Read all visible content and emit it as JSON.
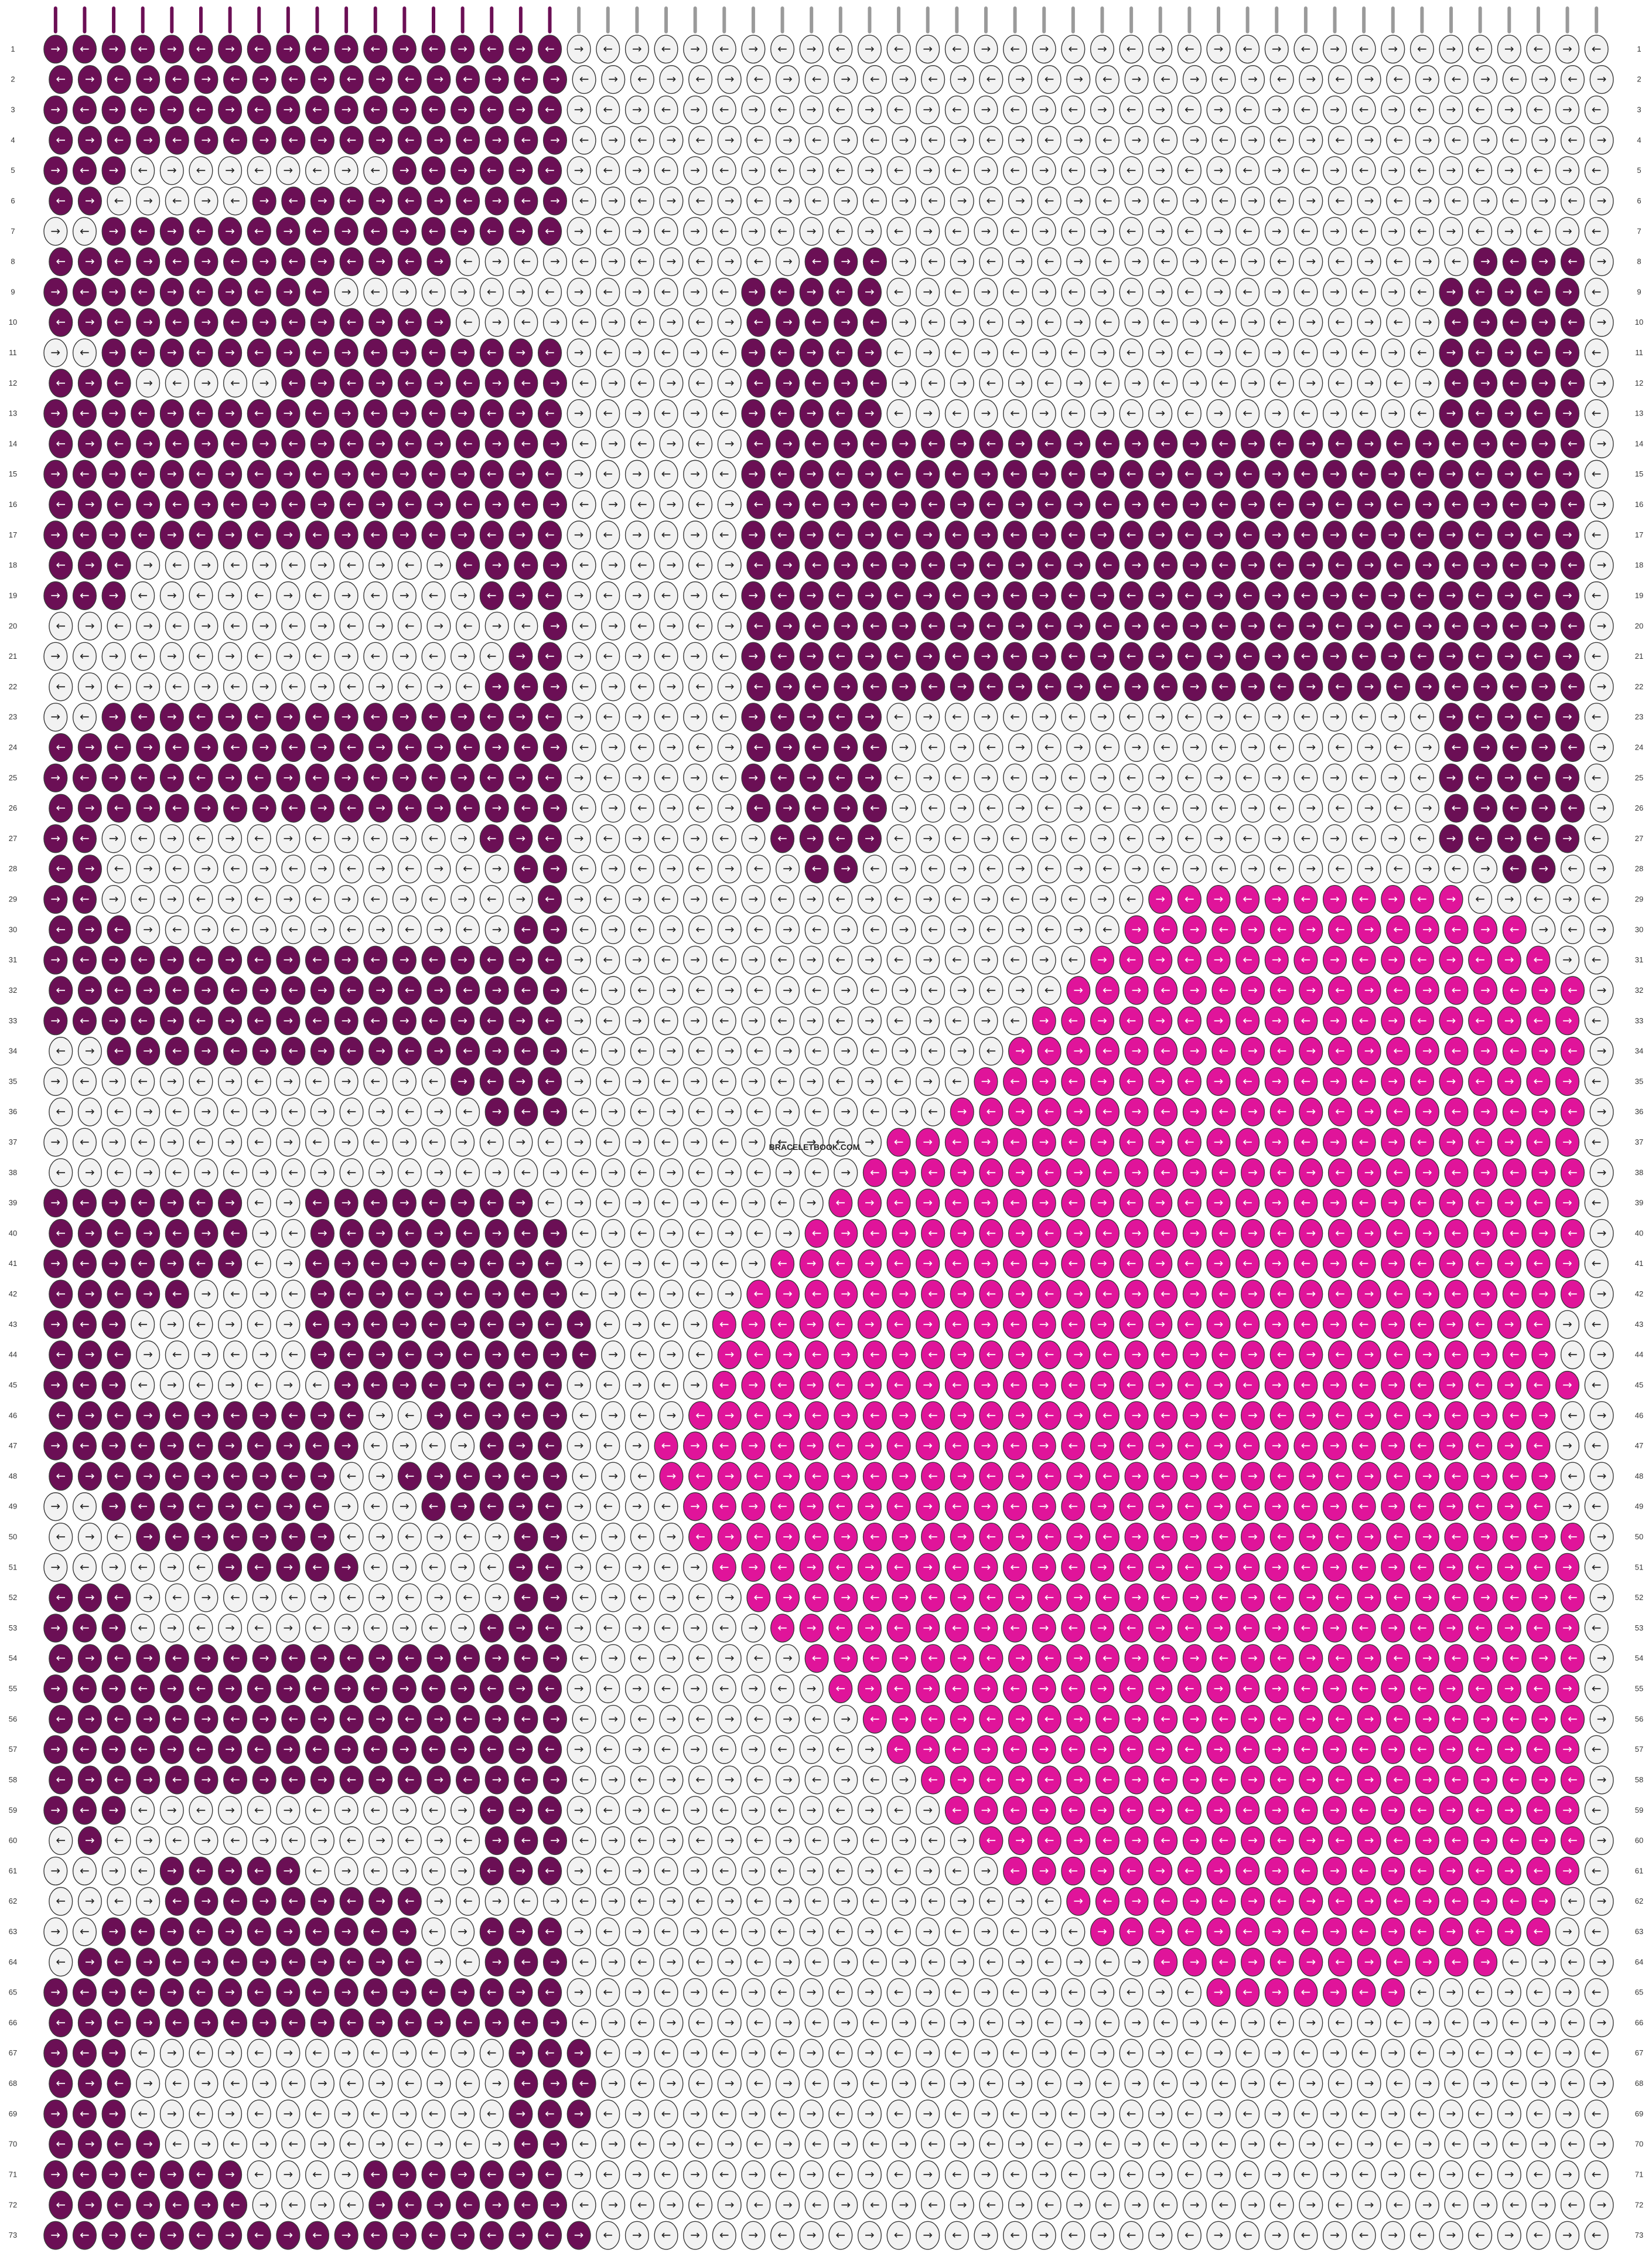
{
  "watermark": "BRACELETBOOK.COM",
  "colors": {
    "background": "#ffffff",
    "thread_white": "#f2f2f2",
    "thread_plum": "#6b0f55",
    "thread_pink": "#e0149a",
    "knot_outline": "#3a3a3a",
    "arrow_on_light": "#222222",
    "arrow_on_dark": "#ffffff"
  },
  "pattern": {
    "row_count": 73,
    "strings_count": 54,
    "knot_types": {
      "f": "forward-knot (→)",
      "b": "backward-knot (←)"
    },
    "row_labels": [
      1,
      2,
      3,
      4,
      5,
      6,
      7,
      8,
      9,
      10,
      11,
      12,
      13,
      14,
      15,
      16,
      17,
      18,
      19,
      20,
      21,
      22,
      23,
      24,
      25,
      26,
      27,
      28,
      29,
      30,
      31,
      32,
      33,
      34,
      35,
      36,
      37,
      38,
      39,
      40,
      41,
      42,
      43,
      44,
      45,
      46,
      47,
      48,
      49,
      50,
      51,
      52,
      53,
      54,
      55,
      56,
      57,
      58,
      59,
      60,
      61,
      62,
      63,
      64,
      65,
      66,
      67,
      68,
      69,
      70,
      71,
      72,
      73
    ],
    "rows": [
      "PPPPPPPPPPPPPPPPPPWWWWWWWWWWWWWWWWWWWWWWWWWWWWWWWWWWWW",
      "PPPPPPPPPPPPPPPPPPWWWWWWWWWWWWWWWWWWWWWWWWWWWWWWWWWWWW",
      "PPPPPPPPPPPPPPPPPPWWWWWWWWWWWWWWWWWWWWWWWWWWWWWWWWWWWW",
      "PPPPPPPPPPPPPPPPPPWWWWWWWWWWWWWWWWWWWWWWWWWWWWWWWWWWWW",
      "PPPWWWWWWWWWPPPPPPWWWWWWWWWWWWWWWWWWWWWWWWWWWWWWWWWWWW",
      "PPWWWWWPPPPPPPPPPPWWWWWWWWWWWWWWWWWWWWWWWWWWWWWWWWWWWW",
      "WWPPPPPPPPPPPPPPPPWWWWWWWWWWWWWWWWWWWWWWWWWWWWWWWWWWWW",
      "PPPPPPPPPPPPPPWWWWWWWWWWWWPPPWWWWWWWWWWWWWWWWWWWWPPPPW",
      "PPPPPPPPPPWWWWWWWWWWWWWWPPPPPWWWWWWWWWWWWWWWWWWWPPPPPW",
      "PPPPPPPPPPPPPPWWWWWWWWWWPPPPPWWWWWWWWWWWWWWWWWWWPPPPPW",
      "WWPPPPPPPPPPPPPPPPWWWWWWPPPPPWWWWWWWWWWWWWWWWWWWPPPPPW",
      "PPPWWWWWPPPPPPPPPPWWWWWWPPPPPWWWWWWWWWWWWWWWWWWWPPPPPW",
      "PPPPPPPPPPPPPPPPPPWWWWWWPPPPPWWWWWWWWWWWWWWWWWWWPPPPPW",
      "PPPPPPPPPPPPPPPPPPWWWWWWPPPPPPPPPPPPPPPPPPPPPPPPPPPPPW",
      "PPPPPPPPPPPPPPPPPPWWWWWWPPPPPPPPPPPPPPPPPPPPPPPPPPPPPW",
      "PPPPPPPPPPPPPPPPPPWWWWWWPPPPPPPPPPPPPPPPPPPPPPPPPPPPPW",
      "PPPPPPPPPPPPPPPPPPWWWWWWPPPPPPPPPPPPPPPPPPPPPPPPPPPPPW",
      "PPPWWWWWWWWWWWPPPPWWWWWWPPPPPPPPPPPPPPPPPPPPPPPPPPPPPW",
      "PPPWWWWWWWWWWWWPPPWWWWWWPPPPPPPPPPPPPPPPPPPPPPPPPPPPPW",
      "WWWWWWWWWWWWWWWWWPWWWWWWPPPPPPPPPPPPPPPPPPPPPPPPPPPPPW",
      "WWWWWWWWWWWWWWWWPPWWWWWWPPPPPPPPPPPPPPPPPPPPPPPPPPPPPW",
      "WWWWWWWWWWWWWWWPPPWWWWWWPPPPPPPPPPPPPPPPPPPPPPPPPPPPPW",
      "WWPPPPPPPPPPPPPPPPWWWWWWPPPPPWWWWWWWWWWWWWWWWWWWPPPPPW",
      "PPPPPPPPPPPPPPPPPPWWWWWWPPPPPWWWWWWWWWWWWWWWWWWWPPPPPW",
      "PPPPPPPPPPPPPPPPPPWWWWWWPPPPPWWWWWWWWWWWWWWWWWWWPPPPPW",
      "PPPPPPPPPPPPPPPPPPWWWWWWPPPPPWWWWWWWWWWWWWWWWWWWPPPPPW",
      "PPWWWWWWWWWWWWWPPPWWWWWWWPPPPWWWWWWWWWWWWWWWWWWWPPPPPW",
      "PPWWWWWWWWWWWWWWPPWWWWWWWWPPWWWWWWWWWWWWWWWWWWWWWWPPWW",
      "PPWWWWWWWWWWWWWWWPWWWWWWWWWWWWWWWWWWWWKKKKKKKKKKKWWWWW",
      "PPPWWWWWWWWWWWWWPPWWWWWWWWWWWWWWWWWWWKKKKKKKKKKKKKKWWW",
      "PPPPPPPPPPPPPPPPPPWWWWWWWWWWWWWWWWWWKKKKKKKKKKKKKKKKWW",
      "PPPPPPPPPPPPPPPPPPWWWWWWWWWWWWWWWWWKKKKKKKKKKKKKKKKKKW",
      "PPPPPPPPPPPPPPPPPPWWWWWWWWWWWWWWWWKKKKKKKKKKKKKKKKKKKW",
      "WWPPPPPPPPPPPPPPPPWWWWWWWWWWWWWWWKKKKKKKKKKKKKKKKKKKKW",
      "WWWWWWWWWWWWWWPPPPWWWWWWWWWWWWWWKKKKKKKKKKKKKKKKKKKKKW",
      "WWWWWWWWWWWWWWWPPPWWWWWWWWWWWWWKKKKKKKKKKKKKKKKKKKKKKW",
      "WWWWWWWWWWWWWWWWWWWWWWWWWWWWWKKKKKKKKKKKKKKKKKKKKKKKKW",
      "WWWWWWWWWWWWWWWWWWWWWWWWWWWWKKKKKKKKKKKKKKKKKKKKKKKKKW",
      "PPPPPPPWWPPPPPPPPWWWWWWWWWWKKKKKKKKKKKKKKKKKKKKKKKKKKW",
      "PPPPPPPWWPPPPPPPPPWWWWWWWWKKKKKKKKKKKKKKKKKKKKKKKKKKKW",
      "PPPPPPPWWPPPPPPPPPWWWWWWWKKKKKKKKKKKKKKKKKKKKKKKKKKKKW",
      "PPPPPWWWWPPPPPPPPPWWWWWWKKKKKKKKKKKKKKKKKKKKKKKKKKKKKW",
      "PPPWWWWWWPPPPPPPPPPWWWWKKKKKKKKKKKKKKKKKKKKKKKKKKKKKWW",
      "PPPWWWWWWPPPPPPPPPPWWWWKKKKKKKKKKKKKKKKKKKKKKKKKKKKKWW",
      "PPPWWWWWWWPPPPPPPPWWWWWKKKKKKKKKKKKKKKKKKKKKKKKKKKKKKW",
      "PPPPPPPPPPPWWPPPPPWWWWKKKKKKKKKKKKKKKKKKKKKKKKKKKKKKWW",
      "PPPPPPPPPPPWWWWPPPWWWKKKKKKKKKKKKKKKKKKKKKKKKKKKKKKKWW",
      "PPPPPPPPPPWWPPPPPPWWWKKKKKKKKKKKKKKKKKKKKKKKKKKKKKKKWW",
      "WWPPPPPPPPWWWPPPPPWWWWKKKKKKKKKKKKKKKKKKKKKKKKKKKKKKWW",
      "WWWPPPPPPPWWWWWWPPWWWWKKKKKKKKKKKKKKKKKKKKKKKKKKKKKKKW",
      "WWWWWWPPPPPWWWWWPPWWWWWKKKKKKKKKKKKKKKKKKKKKKKKKKKKKKW",
      "PPPWWWWWWWWWWWWWPPWWWWWWKKKKKKKKKKKKKKKKKKKKKKKKKKKKKW",
      "PPPWWWWWWWWWWWWPPPWWWWWWWKKKKKKKKKKKKKKKKKKKKKKKKKKKKW",
      "PPPPPPPPPPPPPPPPPPWWWWWWWWKKKKKKKKKKKKKKKKKKKKKKKKKKKW",
      "PPPPPPPPPPPPPPPPPPWWWWWWWWWKKKKKKKKKKKKKKKKKKKKKKKKKKW",
      "PPPPPPPPPPPPPPPPPPWWWWWWWWWWKKKKKKKKKKKKKKKKKKKKKKKKKW",
      "PPPPPPPPPPPPPPPPPPWWWWWWWWWWWKKKKKKKKKKKKKKKKKKKKKKKKW",
      "PPPPPPPPPPPPPPPPPPWWWWWWWWWWWWKKKKKKKKKKKKKKKKKKKKKKKW",
      "PPPWWWWWWWWWWWWPPPWWWWWWWWWWWWWKKKKKKKKKKKKKKKKKKKKKKW",
      "WPWWWWWWWWWWWWWPPPWWWWWWWWWWWWWWKKKKKKKKKKKKKKKKKKKKKW",
      "WWWWPPPPPWWWWWWPPPWWWWWWWWWWWWWWWKKKKKKKKKKKKKKKKKKKKW",
      "WWWWPPPPPPPPPWWWWWWWWWWWWWWWWWWWWWWKKKKKKKKKKKKKKKKKWW",
      "WWPPPPPPPPPPPWWPPPWWWWWWWWWWWWWWWWWWKKKKKKKKKKKKKKKKWW",
      "WPPPPPPPPPPPPWWPPPWWWWWWWWWWWWWWWWWWWWKKKKKKKKKKKKWWWW",
      "PPPPPPPPPPPPPPPPPPWWWWWWWWWWWWWWWWWWWWWWKKKKKKKWWWWWWW",
      "PPPPPPPPPPPPPPPPPPWWWWWWWWWWWWWWWWWWWWWWWWWWWWWWWWWWWW",
      "PPPWWWWWWWWWWWWWPPPWWWWWWWWWWWWWWWWWWWWWWWWWWWWWWWWWWW",
      "PPPWWWWWWWWWWWWWPPPWWWWWWWWWWWWWWWWWWWWWWWWWWWWWWWWWWW",
      "PPPWWWWWWWWWWWWWPPPWWWWWWWWWWWWWWWWWWWWWWWWWWWWWWWWWWW",
      "PPPPWWWWWWWWWWWWPPWWWWWWWWWWWWWWWWWWWWWWWWWWWWWWWWWWWW",
      "PPPPPPPWWWWPPPPPPPWWWWWWWWWWWWWWWWWWWWWWWWWWWWWWWWWWWW",
      "PPPPPPPWWWWPPPPPPPWWWWWWWWWWWWWWWWWWWWWWWWWWWWWWWWWWWW",
      "PPPPPPPPPPPPPPPPPPPWWWWWWWWWWWWWWWWWWWWWWWWWWWWWWWWWWW"
    ],
    "color_key": {
      "W": "thread_white",
      "P": "thread_plum",
      "K": "thread_pink"
    }
  }
}
